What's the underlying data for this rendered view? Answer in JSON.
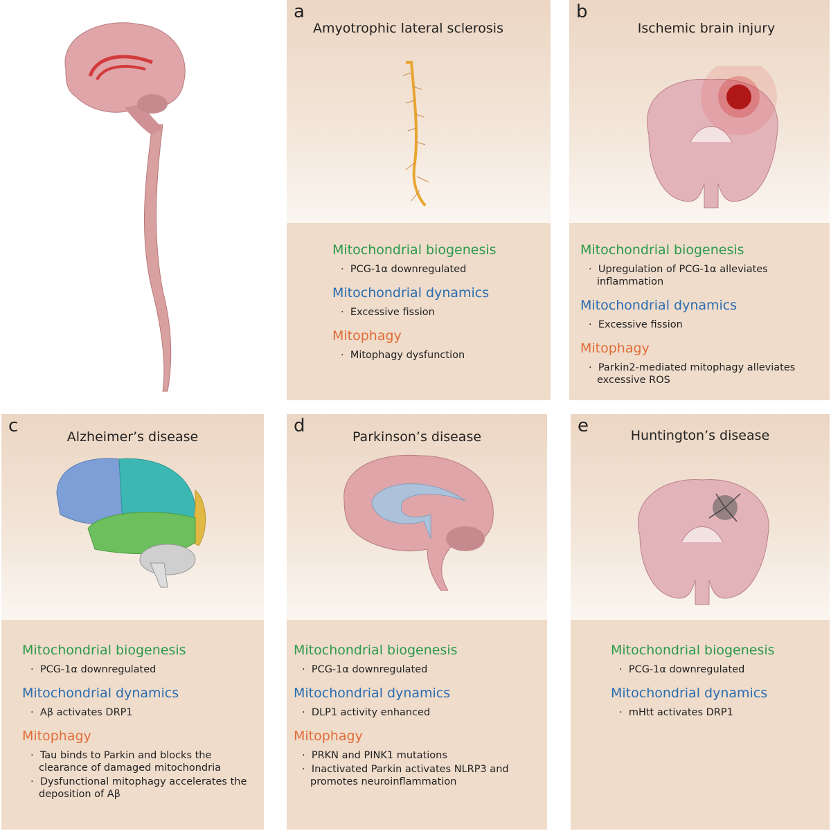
{
  "colors": {
    "biogenesis": "#2a9a4a",
    "dynamics": "#2a6db0",
    "mitophagy": "#e06d38",
    "panel_bg": "#efdcc9"
  },
  "panels": [
    {
      "id": "a",
      "letter": "a",
      "title": "Amyotrophic lateral sclerosis",
      "sections": [
        {
          "type": "biogenesis",
          "heading": "Mitochondrial biogenesis",
          "bullets": [
            "PCG-1α downregulated"
          ]
        },
        {
          "type": "dynamics",
          "heading": "Mitochondrial dynamics",
          "bullets": [
            "Excessive fission"
          ]
        },
        {
          "type": "mitophagy",
          "heading": "Mitophagy",
          "bullets": [
            "Mitophagy dysfunction"
          ]
        }
      ]
    },
    {
      "id": "b",
      "letter": "b",
      "title": "Ischemic brain injury",
      "sections": [
        {
          "type": "biogenesis",
          "heading": "Mitochondrial biogenesis",
          "bullets": [
            "Upregulation of PCG-1α alleviates inflammation"
          ]
        },
        {
          "type": "dynamics",
          "heading": "Mitochondrial dynamics",
          "bullets": [
            "Excessive fission"
          ]
        },
        {
          "type": "mitophagy",
          "heading": "Mitophagy",
          "bullets": [
            "Parkin2-mediated mitophagy alleviates excessive ROS"
          ]
        }
      ]
    },
    {
      "id": "c",
      "letter": "c",
      "title": "Alzheimer’s disease",
      "sections": [
        {
          "type": "biogenesis",
          "heading": "Mitochondrial biogenesis",
          "bullets": [
            "PCG-1α downregulated"
          ]
        },
        {
          "type": "dynamics",
          "heading": "Mitochondrial dynamics",
          "bullets": [
            "Aβ activates DRP1"
          ]
        },
        {
          "type": "mitophagy",
          "heading": "Mitophagy",
          "bullets": [
            "Tau binds to Parkin and blocks the clearance of damaged mitochondria",
            "Dysfunctional mitophagy accelerates the deposition of Aβ"
          ]
        }
      ]
    },
    {
      "id": "d",
      "letter": "d",
      "title": "Parkinson’s disease",
      "sections": [
        {
          "type": "biogenesis",
          "heading": "Mitochondrial biogenesis",
          "bullets": [
            "PCG-1α downregulated"
          ]
        },
        {
          "type": "dynamics",
          "heading": "Mitochondrial dynamics",
          "bullets": [
            "DLP1 activity enhanced"
          ]
        },
        {
          "type": "mitophagy",
          "heading": "Mitophagy",
          "bullets": [
            "PRKN and PINK1 mutations",
            "Inactivated Parkin activates NLRP3 and promotes neuroinflammation"
          ]
        }
      ]
    },
    {
      "id": "e",
      "letter": "e",
      "title": "Huntington’s disease",
      "sections": [
        {
          "type": "biogenesis",
          "heading": "Mitochondrial biogenesis",
          "bullets": [
            "PCG-1α downregulated"
          ]
        },
        {
          "type": "dynamics",
          "heading": "Mitochondrial dynamics",
          "bullets": [
            "mHtt activates DRP1"
          ]
        }
      ]
    }
  ]
}
